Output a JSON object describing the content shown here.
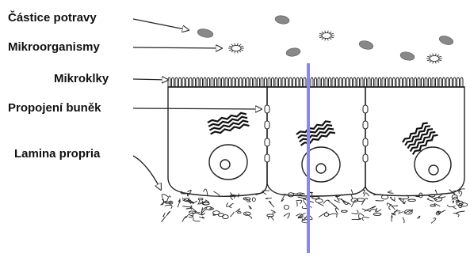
{
  "labels": {
    "food_particles": "Částice potravy",
    "microorganisms": "Mikroorganismy",
    "microvilli": "Mikroklky",
    "cell_junctions": "Propojení buněk",
    "lamina_propria": "Lamina propria"
  },
  "colors": {
    "particle": "#888888",
    "line": "#222222",
    "highlight_line": "#8a8ae6",
    "background": "#ffffff"
  },
  "icons": {
    "particle": "grey-oval",
    "microorganism": "spiky-blob",
    "arrow": "open-triangle-arrowhead"
  }
}
